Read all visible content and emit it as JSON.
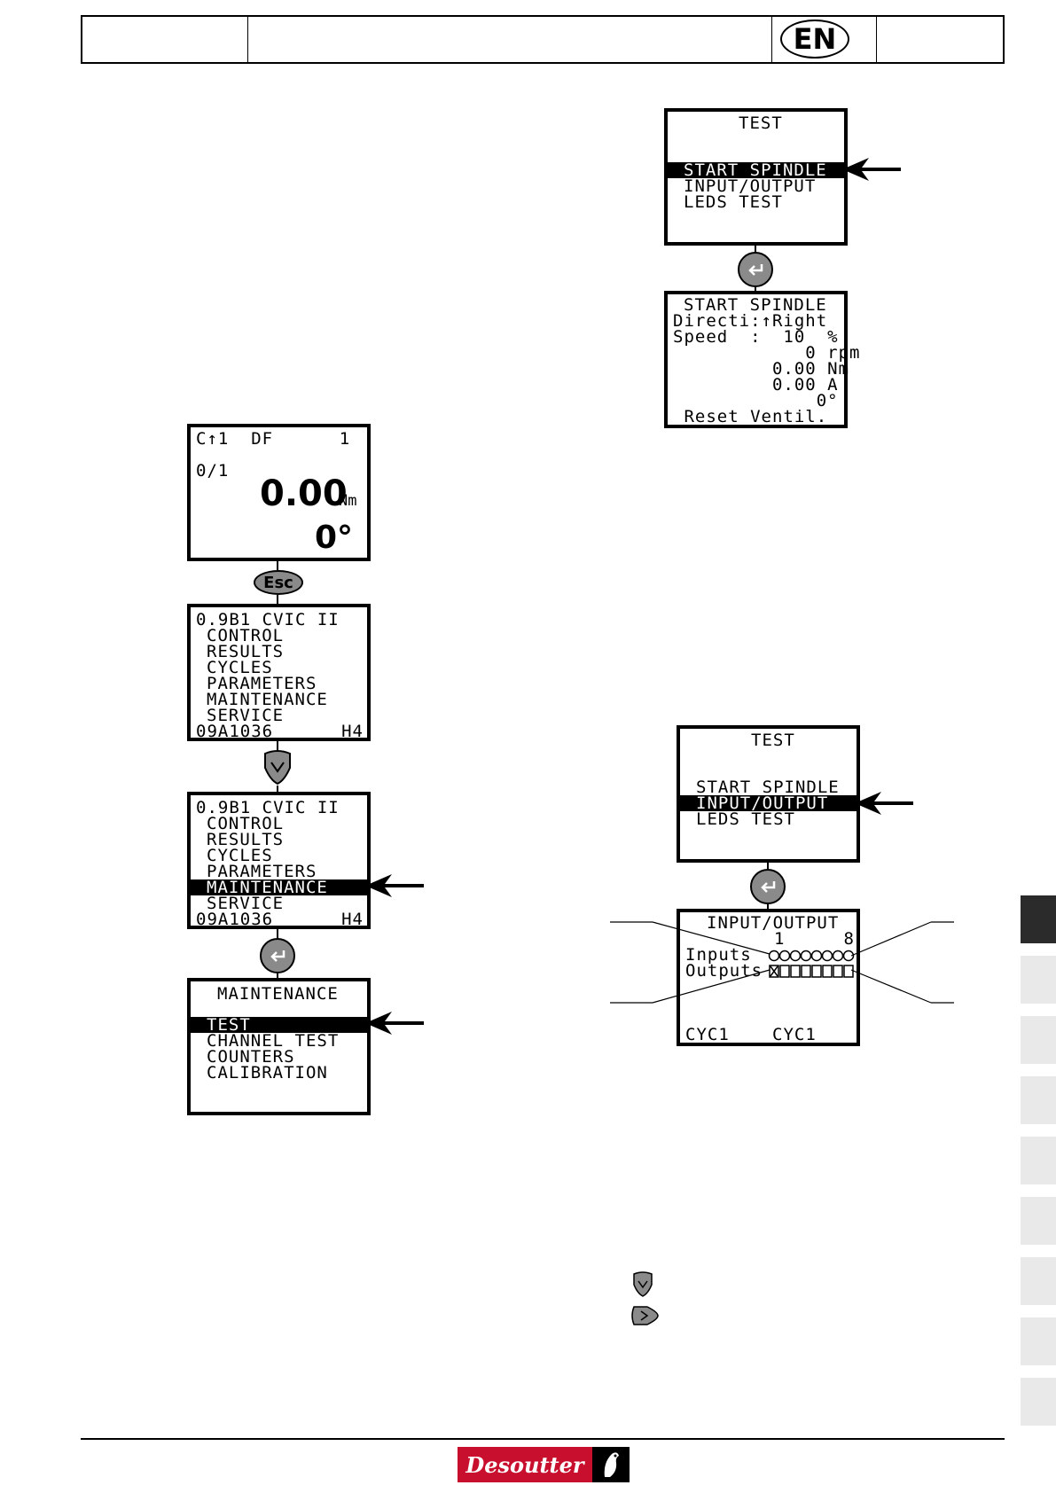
{
  "header": {
    "language": "EN"
  },
  "screen_home": {
    "status_line": "C↑1  DF      1",
    "count": "0/1",
    "torque": "0.00",
    "torque_unit": "Nm",
    "angle": "0°"
  },
  "buttons": {
    "esc": "Esc"
  },
  "menu_main": {
    "title": "0.9B1 CVIC II",
    "items": [
      "CONTROL",
      "RESULTS",
      "CYCLES",
      "PARAMETERS",
      "MAINTENANCE",
      "SERVICE"
    ],
    "footer_left": "09A1036",
    "footer_right": "H4"
  },
  "menu_maintenance": {
    "title": "MAINTENANCE",
    "items": [
      "TEST",
      "CHANNEL TEST",
      "COUNTERS",
      "CALIBRATION"
    ]
  },
  "menu_test": {
    "title": "TEST",
    "items": [
      "START SPINDLE",
      "INPUT/OUTPUT",
      "LEDS TEST"
    ]
  },
  "screen_start_spindle": {
    "lines": [
      "START SPINDLE",
      "Directi:↑Right",
      "Speed  :  10  %",
      "            0 rpm",
      "         0.00 Nm",
      "         0.00 A",
      "             0°",
      " Reset Ventil."
    ]
  },
  "screen_io": {
    "title": "INPUT/OUTPUT",
    "index_first": "1",
    "index_last": "8",
    "inputs_label": "Inputs",
    "outputs_label": "Outputs",
    "footer_left": "CYC1",
    "footer_right": "CYC1"
  },
  "logo": {
    "brand": "Desoutter"
  }
}
